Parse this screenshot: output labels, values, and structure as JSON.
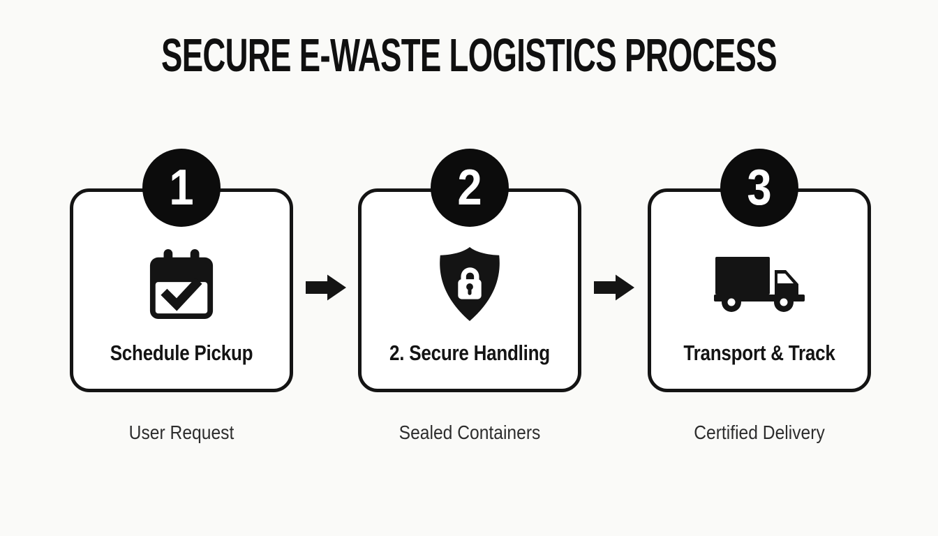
{
  "title": "SECURE E-WASTE LOGISTICS PROCESS",
  "steps": [
    {
      "number": "1",
      "label": "Schedule Pickup",
      "caption": "User Request",
      "icon": "calendar-check-icon"
    },
    {
      "number": "2",
      "label": "2. Secure Handling",
      "caption": "Sealed Containers",
      "icon": "shield-lock-icon"
    },
    {
      "number": "3",
      "label": "Transport & Track",
      "caption": "Certified Delivery",
      "icon": "truck-icon"
    }
  ],
  "connectors": [
    {
      "icon": "arrow-right-icon"
    },
    {
      "icon": "arrow-right-icon"
    }
  ],
  "colors": {
    "background": "#fafaf8",
    "ink": "#141414",
    "card": "#ffffff",
    "badge_fill": "#0c0c0c",
    "badge_text": "#ffffff",
    "caption_text": "#2d2d2d"
  }
}
